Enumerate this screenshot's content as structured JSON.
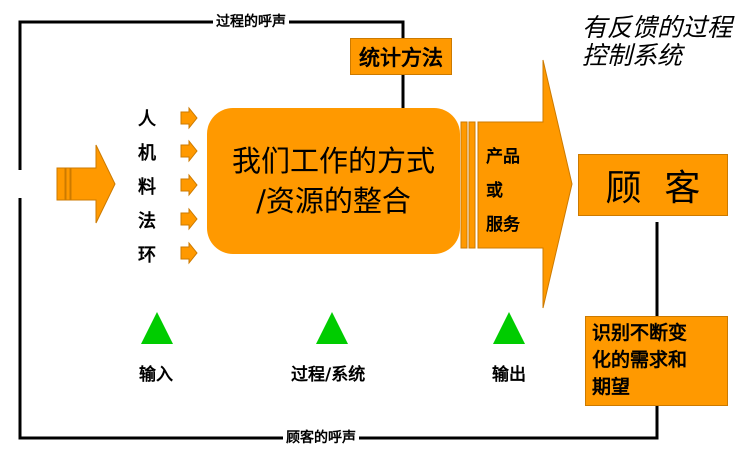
{
  "colors": {
    "orange": "#FF9900",
    "triangle_green": "#00CC00",
    "line": "#000000"
  },
  "top_right_title": "有反馈的过程\n控制系统",
  "feedback_labels": {
    "process_voice": "过程的呼声",
    "customer_voice": "顾客的呼声"
  },
  "stat_method": "统计方法",
  "process_box": "我们工作的方式\n/资源的整合",
  "output_box": "产品\n或\n服务",
  "customer_box": "顾  客",
  "needs_box": "识别不断变\n化的需求和\n期望",
  "inputs": [
    "人",
    "机",
    "料",
    "法",
    "环"
  ],
  "bottom_labels": {
    "input": "输入",
    "process": "过程/系统",
    "output": "输出"
  },
  "icons": {
    "input_arrow": "orange-right-arrow-icon",
    "big_arrow": "large-orange-arrow-icon",
    "triangle": "green-triangle-icon"
  }
}
